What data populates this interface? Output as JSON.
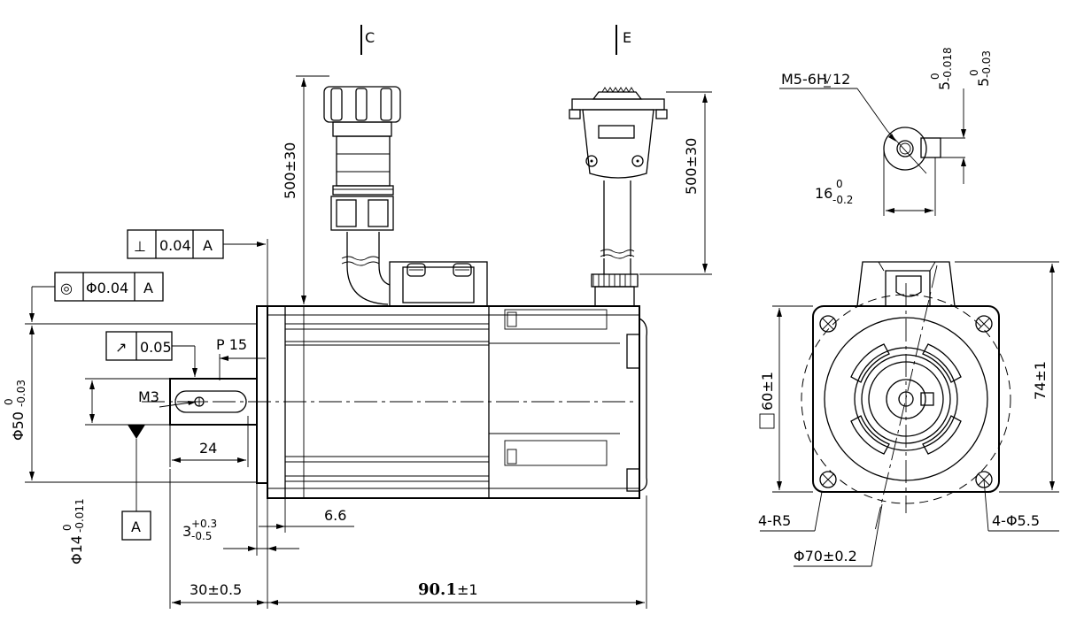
{
  "views": {
    "connector_c": "C",
    "connector_e": "E"
  },
  "tolerance_frames": {
    "perpendicularity": {
      "symbol": "⊥",
      "value": "0.04",
      "datum": "A"
    },
    "concentricity": {
      "symbol": "◎",
      "value": "Φ0.04",
      "datum": "A"
    },
    "runout": {
      "symbol": "↗",
      "value": "0.05"
    }
  },
  "datum_label": "A",
  "dimensions": {
    "cable_length_c": "500±30",
    "cable_length_e": "500±30",
    "pilot_diameter": {
      "main": "Φ50",
      "upper": "0",
      "lower": "-0.03"
    },
    "shaft_diameter": {
      "main": "Φ14",
      "upper": "0",
      "lower": "-0.011"
    },
    "shaft_thread": "M3",
    "key_length": "P 15",
    "shaft_length": "24",
    "shaft_ext": "30±0.5",
    "flange_step": "6.6",
    "flange_recess": {
      "main": "3",
      "upper": "+0.3",
      "lower": "-0.5"
    },
    "body_length": {
      "value": "90.1",
      "tolerance": "±1"
    },
    "flange_square": "60±1",
    "total_height": "74±1",
    "corner_radius": "4-R5",
    "mount_holes": "4-Φ5.5",
    "bolt_circle": "Φ70±0.2",
    "end_thread": "M5-6H",
    "thread_depth": "12",
    "key_width_a": {
      "main": "5",
      "upper": "0",
      "lower": "-0.018"
    },
    "key_width_b": {
      "main": "5",
      "upper": "0",
      "lower": "-0.03"
    },
    "key_height": {
      "main": "16",
      "upper": "0",
      "lower": "-0.2"
    }
  }
}
